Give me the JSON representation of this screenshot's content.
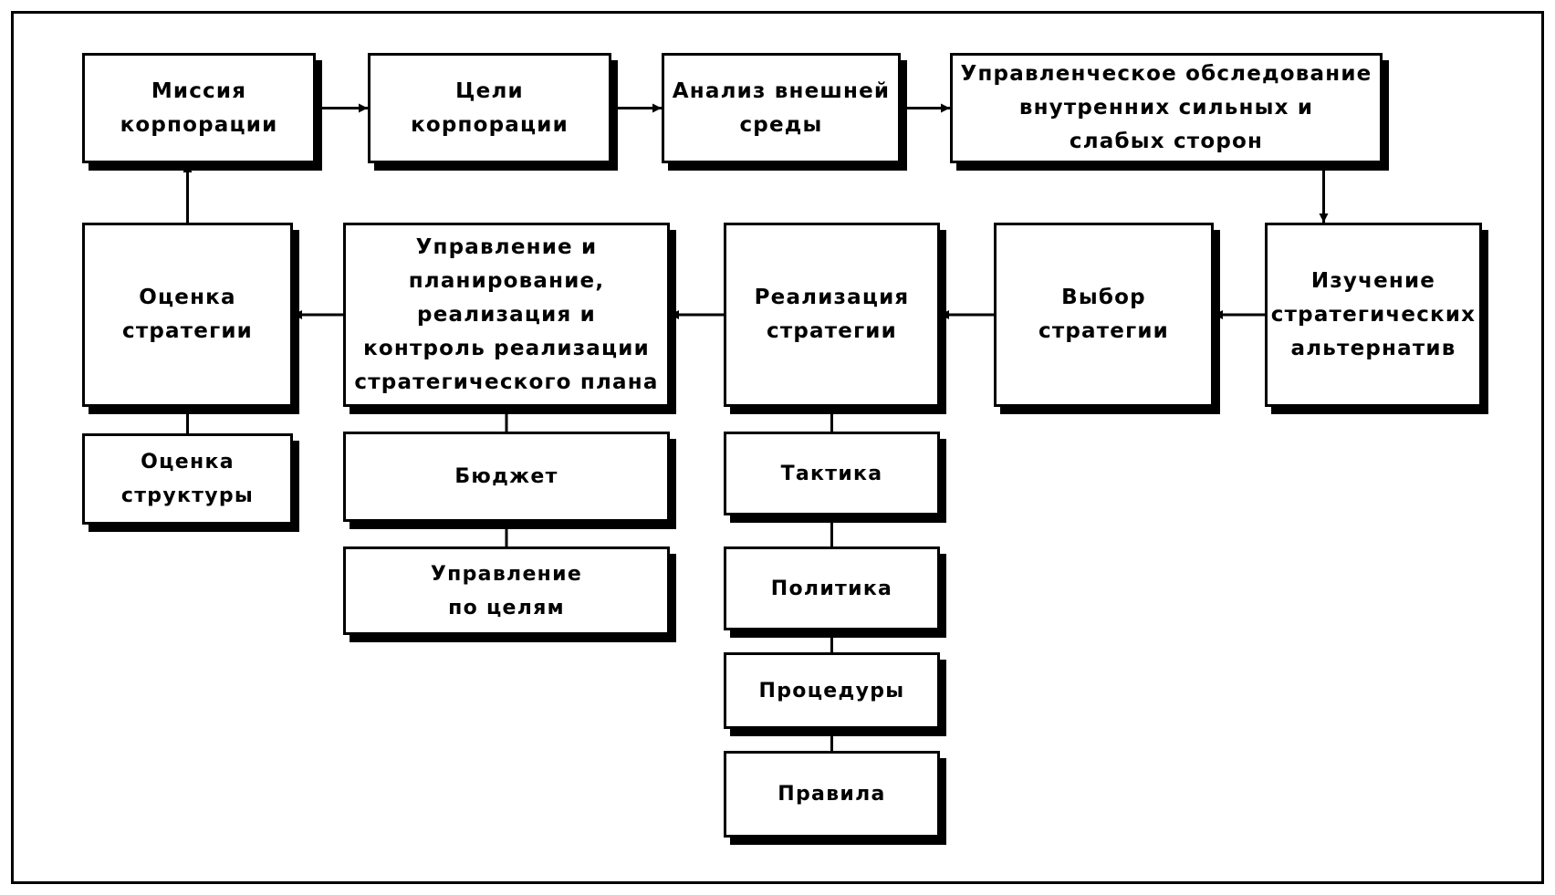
{
  "diagram": {
    "nodes": {
      "mission": "Миссия\nкорпорации",
      "goals": "Цели\nкорпорации",
      "external": "Анализ внешней\nсреды",
      "internal": "Управленческое обследование\nвнутренних сильных и\nслабых сторон",
      "alternatives": "Изучение\nстратегических\nальтернатив",
      "choice": "Выбор\nстратегии",
      "realization": "Реализация\nстратегии",
      "management": "Управление и\nпланирование,\nреализация и\nконтроль реализации\nстратегического плана",
      "evaluation": "Оценка\nстратегии",
      "structure": "Оценка\nструктуры",
      "budget": "Бюджет",
      "mbo": "Управление\nпо целям",
      "tactics": "Тактика",
      "policy": "Политика",
      "procedures": "Процедуры",
      "rules": "Правила"
    },
    "edges": [
      {
        "from": "mission",
        "to": "goals"
      },
      {
        "from": "goals",
        "to": "external"
      },
      {
        "from": "external",
        "to": "internal"
      },
      {
        "from": "internal",
        "to": "alternatives"
      },
      {
        "from": "alternatives",
        "to": "choice"
      },
      {
        "from": "choice",
        "to": "realization"
      },
      {
        "from": "realization",
        "to": "management"
      },
      {
        "from": "management",
        "to": "evaluation"
      },
      {
        "from": "evaluation",
        "to": "mission"
      },
      {
        "from": "evaluation",
        "to": "structure",
        "arrow": false
      },
      {
        "from": "management",
        "to": "budget",
        "arrow": false
      },
      {
        "from": "budget",
        "to": "mbo",
        "arrow": false
      },
      {
        "from": "realization",
        "to": "tactics",
        "arrow": false
      },
      {
        "from": "tactics",
        "to": "policy",
        "arrow": false
      },
      {
        "from": "policy",
        "to": "procedures",
        "arrow": false
      },
      {
        "from": "procedures",
        "to": "rules",
        "arrow": false
      }
    ]
  }
}
